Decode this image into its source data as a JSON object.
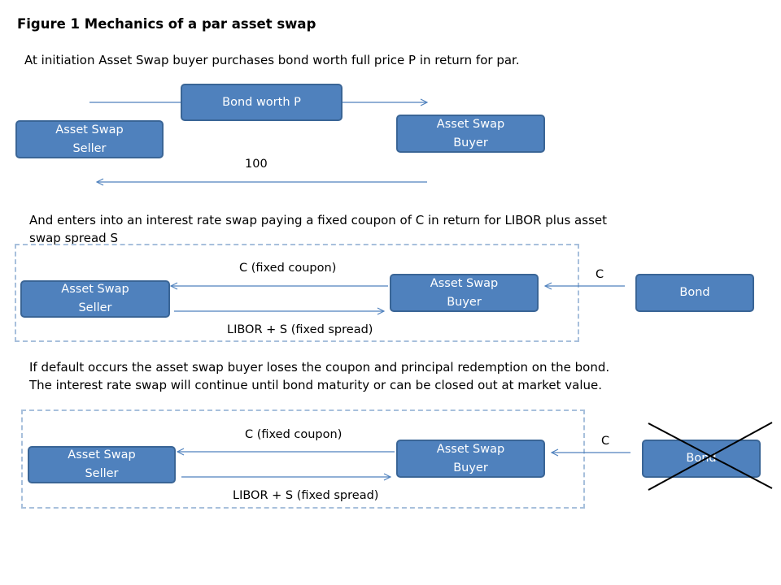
{
  "title": "Figure 1 Mechanics  of a par asset swap",
  "section1": {
    "text": "At initiation Asset Swap buyer purchases bond worth full price P in return for par.",
    "bond_box": "Bond worth P",
    "seller": [
      "Asset Swap",
      "Seller"
    ],
    "buyer": [
      "Asset Swap",
      "Buyer"
    ],
    "amount_label": "100"
  },
  "section2": {
    "text_line1": "And enters into an interest rate swap paying a fixed coupon of C in return for LIBOR plus asset",
    "text_line2": "swap spread S",
    "seller": [
      "Asset Swap",
      "Seller"
    ],
    "buyer": [
      "Asset Swap",
      "Buyer"
    ],
    "bond": "Bond",
    "fixed_label": "C (fixed coupon)",
    "float_label": "LIBOR + S (fixed spread)",
    "coupon_label": "C"
  },
  "section3": {
    "text_line1": "If default occurs the asset  swap buyer loses the coupon and principal redemption on the bond.",
    "text_line2": "The interest rate swap will continue until bond maturity or can be closed out at market value.",
    "seller": [
      "Asset Swap",
      "Seller"
    ],
    "buyer": [
      "Asset Swap",
      "Buyer"
    ],
    "bond": "Bond",
    "fixed_label": "C (fixed coupon)",
    "float_label": "LIBOR + S (fixed spread)",
    "coupon_label": "C"
  },
  "colors": {
    "box_fill": "#4f81bd",
    "box_border": "#3a6596",
    "arrow": "#4f81bd",
    "dashed_border": "#a8c0dc",
    "cross": "#000000"
  }
}
